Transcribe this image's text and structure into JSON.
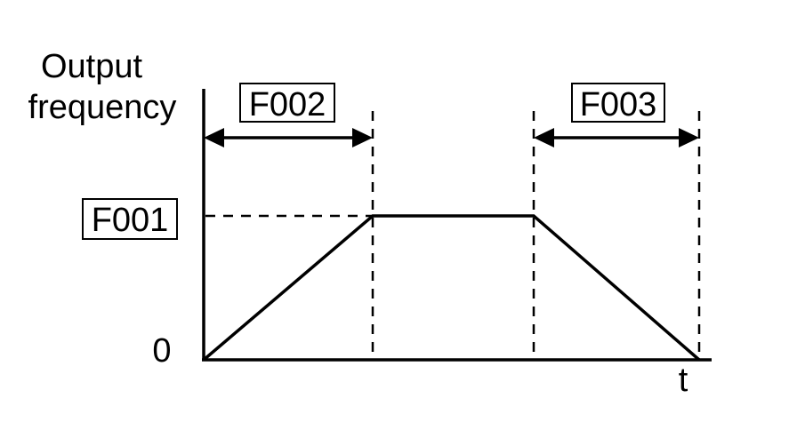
{
  "y_axis_label": {
    "line1": "Output",
    "line2": "frequency"
  },
  "x_axis_label": "t",
  "zero_label": "0",
  "set_frequency_label": "F001",
  "accel_time_label": "F002",
  "decel_time_label": "F003",
  "colors": {
    "line": "#000000",
    "background": "#ffffff"
  }
}
